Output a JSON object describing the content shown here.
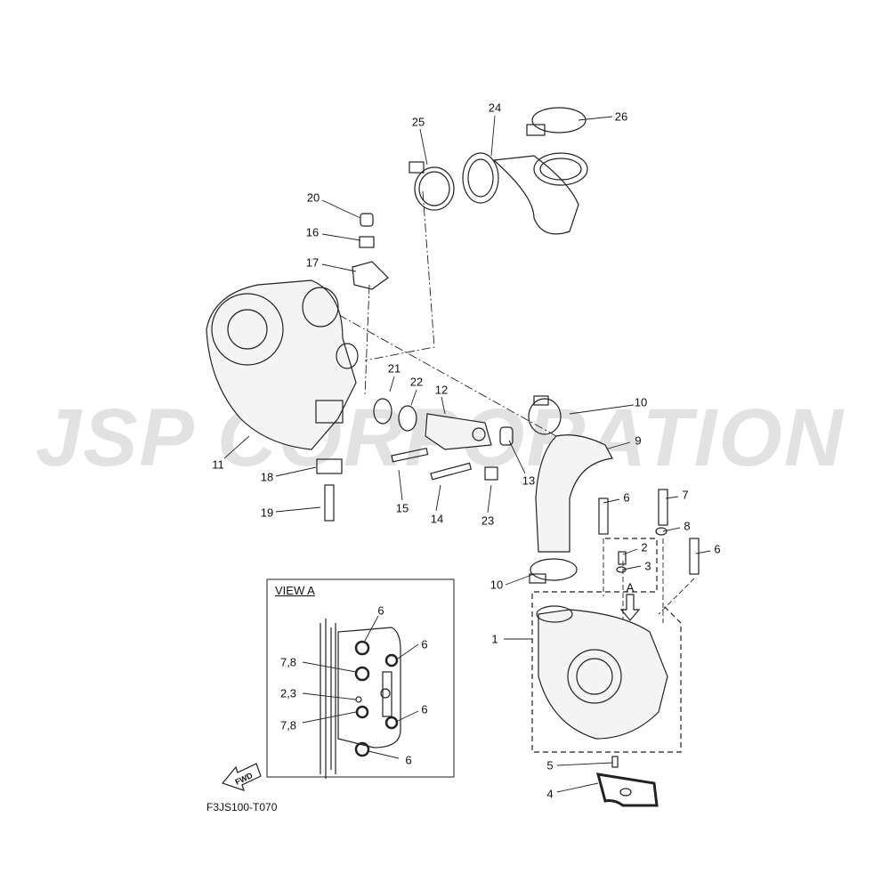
{
  "watermark": "JSP CORPORATION",
  "diagram_code": "F3JS100-T070",
  "view_a_title": "VIEW A",
  "fwd_label": "FWD",
  "arrow_a_label": "A",
  "callouts": {
    "c25": "25",
    "c24": "24",
    "c26": "26",
    "c20": "20",
    "c16": "16",
    "c17": "17",
    "c21": "21",
    "c22": "22",
    "c12": "12",
    "c10a": "10",
    "c9": "9",
    "c11": "11",
    "c18": "18",
    "c13": "13",
    "c15": "15",
    "c14": "14",
    "c23": "23",
    "c19": "19",
    "c6a": "6",
    "c7": "7",
    "c8": "8",
    "c2": "2",
    "c3": "3",
    "c6b": "6",
    "c10b": "10",
    "c1": "1",
    "c5": "5",
    "c4": "4"
  },
  "view_a_callouts": {
    "v6a": "6",
    "v6b": "6",
    "v78a": "7,8",
    "v23": "2,3",
    "v78b": "7,8",
    "v6c": "6",
    "v6d": "6"
  }
}
